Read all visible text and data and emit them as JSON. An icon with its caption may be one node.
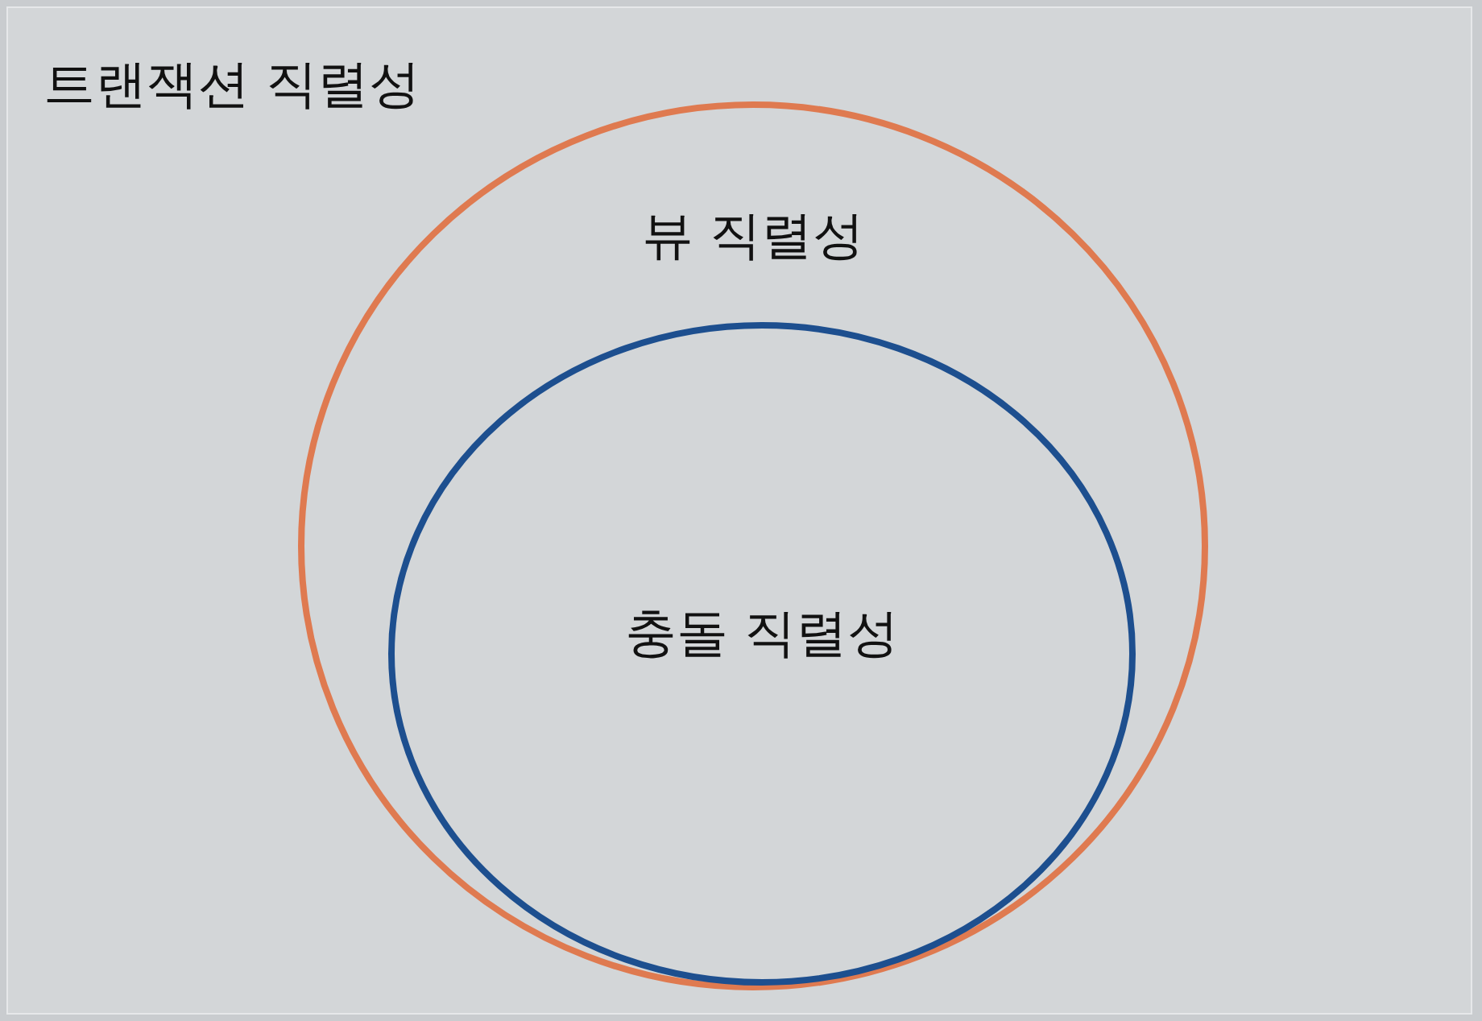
{
  "diagram": {
    "nodes": [
      {
        "text": [
          "트랜잭션 직렬성"
        ]
      },
      {
        "text": [
          "뷰 직렬성"
        ],
        "in": 0
      },
      {
        "text": [
          "충돌 직렬성"
        ],
        "in": 1
      }
    ]
  }
}
